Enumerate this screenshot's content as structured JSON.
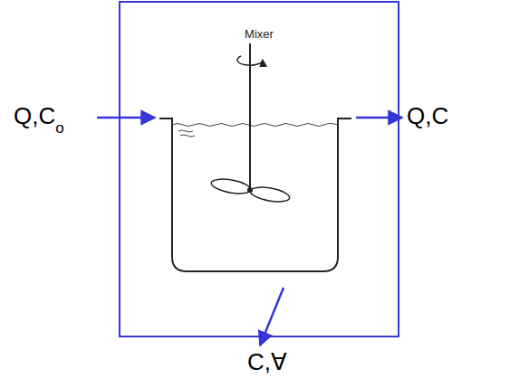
{
  "diagram": {
    "nodes": [
      {
        "text": [
          "Mixer"
        ]
      }
    ],
    "labels": [
      "Q,C",
      "o",
      "Q,C",
      "C,∀"
    ]
  }
}
